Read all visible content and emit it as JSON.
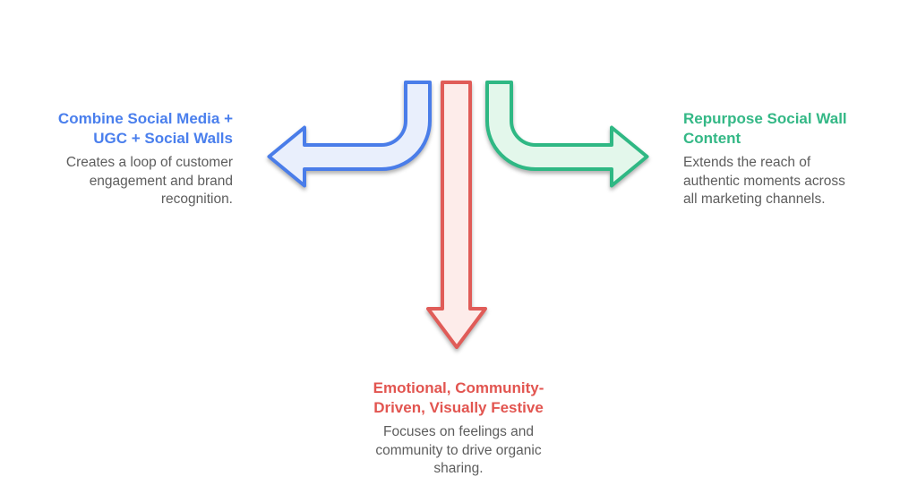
{
  "page": {
    "background": "#ffffff"
  },
  "palette": {
    "muted_text": "#5d5d5d",
    "blue_accent": "#4a7fed",
    "red_accent": "#e25550",
    "green_accent": "#34b886"
  },
  "branches": {
    "left": {
      "title": "Combine Social Media +\nUGC + Social Walls",
      "description": "Creates a loop of customer\nengagement and brand\nrecognition.",
      "accent": "#4a7fed",
      "description_color": "#5d5d5d",
      "arrow": {
        "direction": "left",
        "stroke": "#4a7de9",
        "fill": "#e9effc"
      }
    },
    "down": {
      "title": "Emotional, Community-\nDriven, Visually Festive",
      "description": "Focuses on feelings and\ncommunity to drive organic\nsharing.",
      "accent": "#e25550",
      "description_color": "#5d5d5d",
      "arrow": {
        "direction": "down",
        "stroke": "#e05c58",
        "fill": "#fdecea"
      }
    },
    "right": {
      "title": "Repurpose Social Wall\nContent",
      "description": "Extends the reach of\nauthentic moments across\nall marketing channels.",
      "accent": "#34b886",
      "description_color": "#5d5d5d",
      "arrow": {
        "direction": "right",
        "stroke": "#2fb884",
        "fill": "#e3f7eb"
      }
    }
  }
}
